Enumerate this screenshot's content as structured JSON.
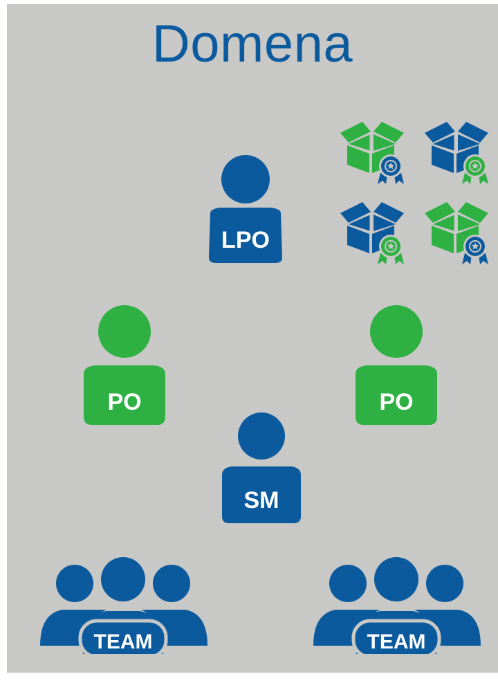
{
  "title": "Domena",
  "colors": {
    "blue": "#0b5a9e",
    "green": "#2eb043",
    "background": "#c8c8c6",
    "title": "#0b5a9e"
  },
  "roles": {
    "lpo": {
      "label": "LPO",
      "color": "blue"
    },
    "po_left": {
      "label": "PO",
      "color": "green"
    },
    "po_right": {
      "label": "PO",
      "color": "green"
    },
    "sm": {
      "label": "SM",
      "color": "blue"
    },
    "team_left": {
      "label": "TEAM",
      "color": "blue"
    },
    "team_right": {
      "label": "TEAM",
      "color": "blue"
    }
  },
  "product_icons": [
    {
      "icon": "box-award-icon",
      "box_color": "green",
      "badge_color": "blue"
    },
    {
      "icon": "box-award-icon",
      "box_color": "blue",
      "badge_color": "green"
    },
    {
      "icon": "box-award-icon",
      "box_color": "blue",
      "badge_color": "green"
    },
    {
      "icon": "box-award-icon",
      "box_color": "green",
      "badge_color": "blue"
    }
  ]
}
